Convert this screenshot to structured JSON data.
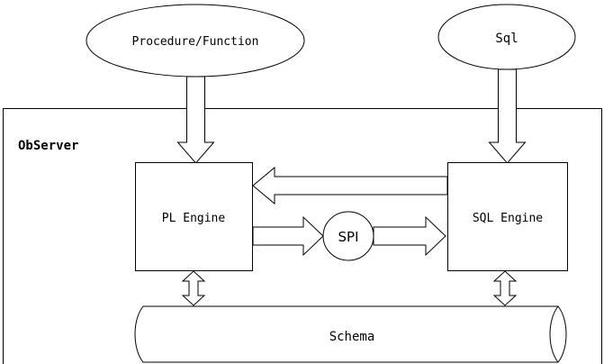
{
  "nodes": {
    "procedure_function": "Procedure/Function",
    "sql": "Sql",
    "observer": "ObServer",
    "pl_engine": "PL Engine",
    "sql_engine": "SQL Engine",
    "spi": "SPI",
    "schema": "Schema"
  },
  "edges": [
    {
      "from": "procedure_function",
      "to": "pl_engine",
      "type": "arrow"
    },
    {
      "from": "sql",
      "to": "sql_engine",
      "type": "arrow"
    },
    {
      "from": "sql_engine",
      "to": "pl_engine",
      "type": "arrow"
    },
    {
      "from": "pl_engine",
      "to": "spi",
      "type": "arrow"
    },
    {
      "from": "spi",
      "to": "sql_engine",
      "type": "arrow"
    },
    {
      "from": "pl_engine",
      "to": "schema",
      "type": "bidirectional"
    },
    {
      "from": "sql_engine",
      "to": "schema",
      "type": "bidirectional"
    }
  ],
  "colors": {
    "stroke": "#000000",
    "fill": "#ffffff"
  }
}
